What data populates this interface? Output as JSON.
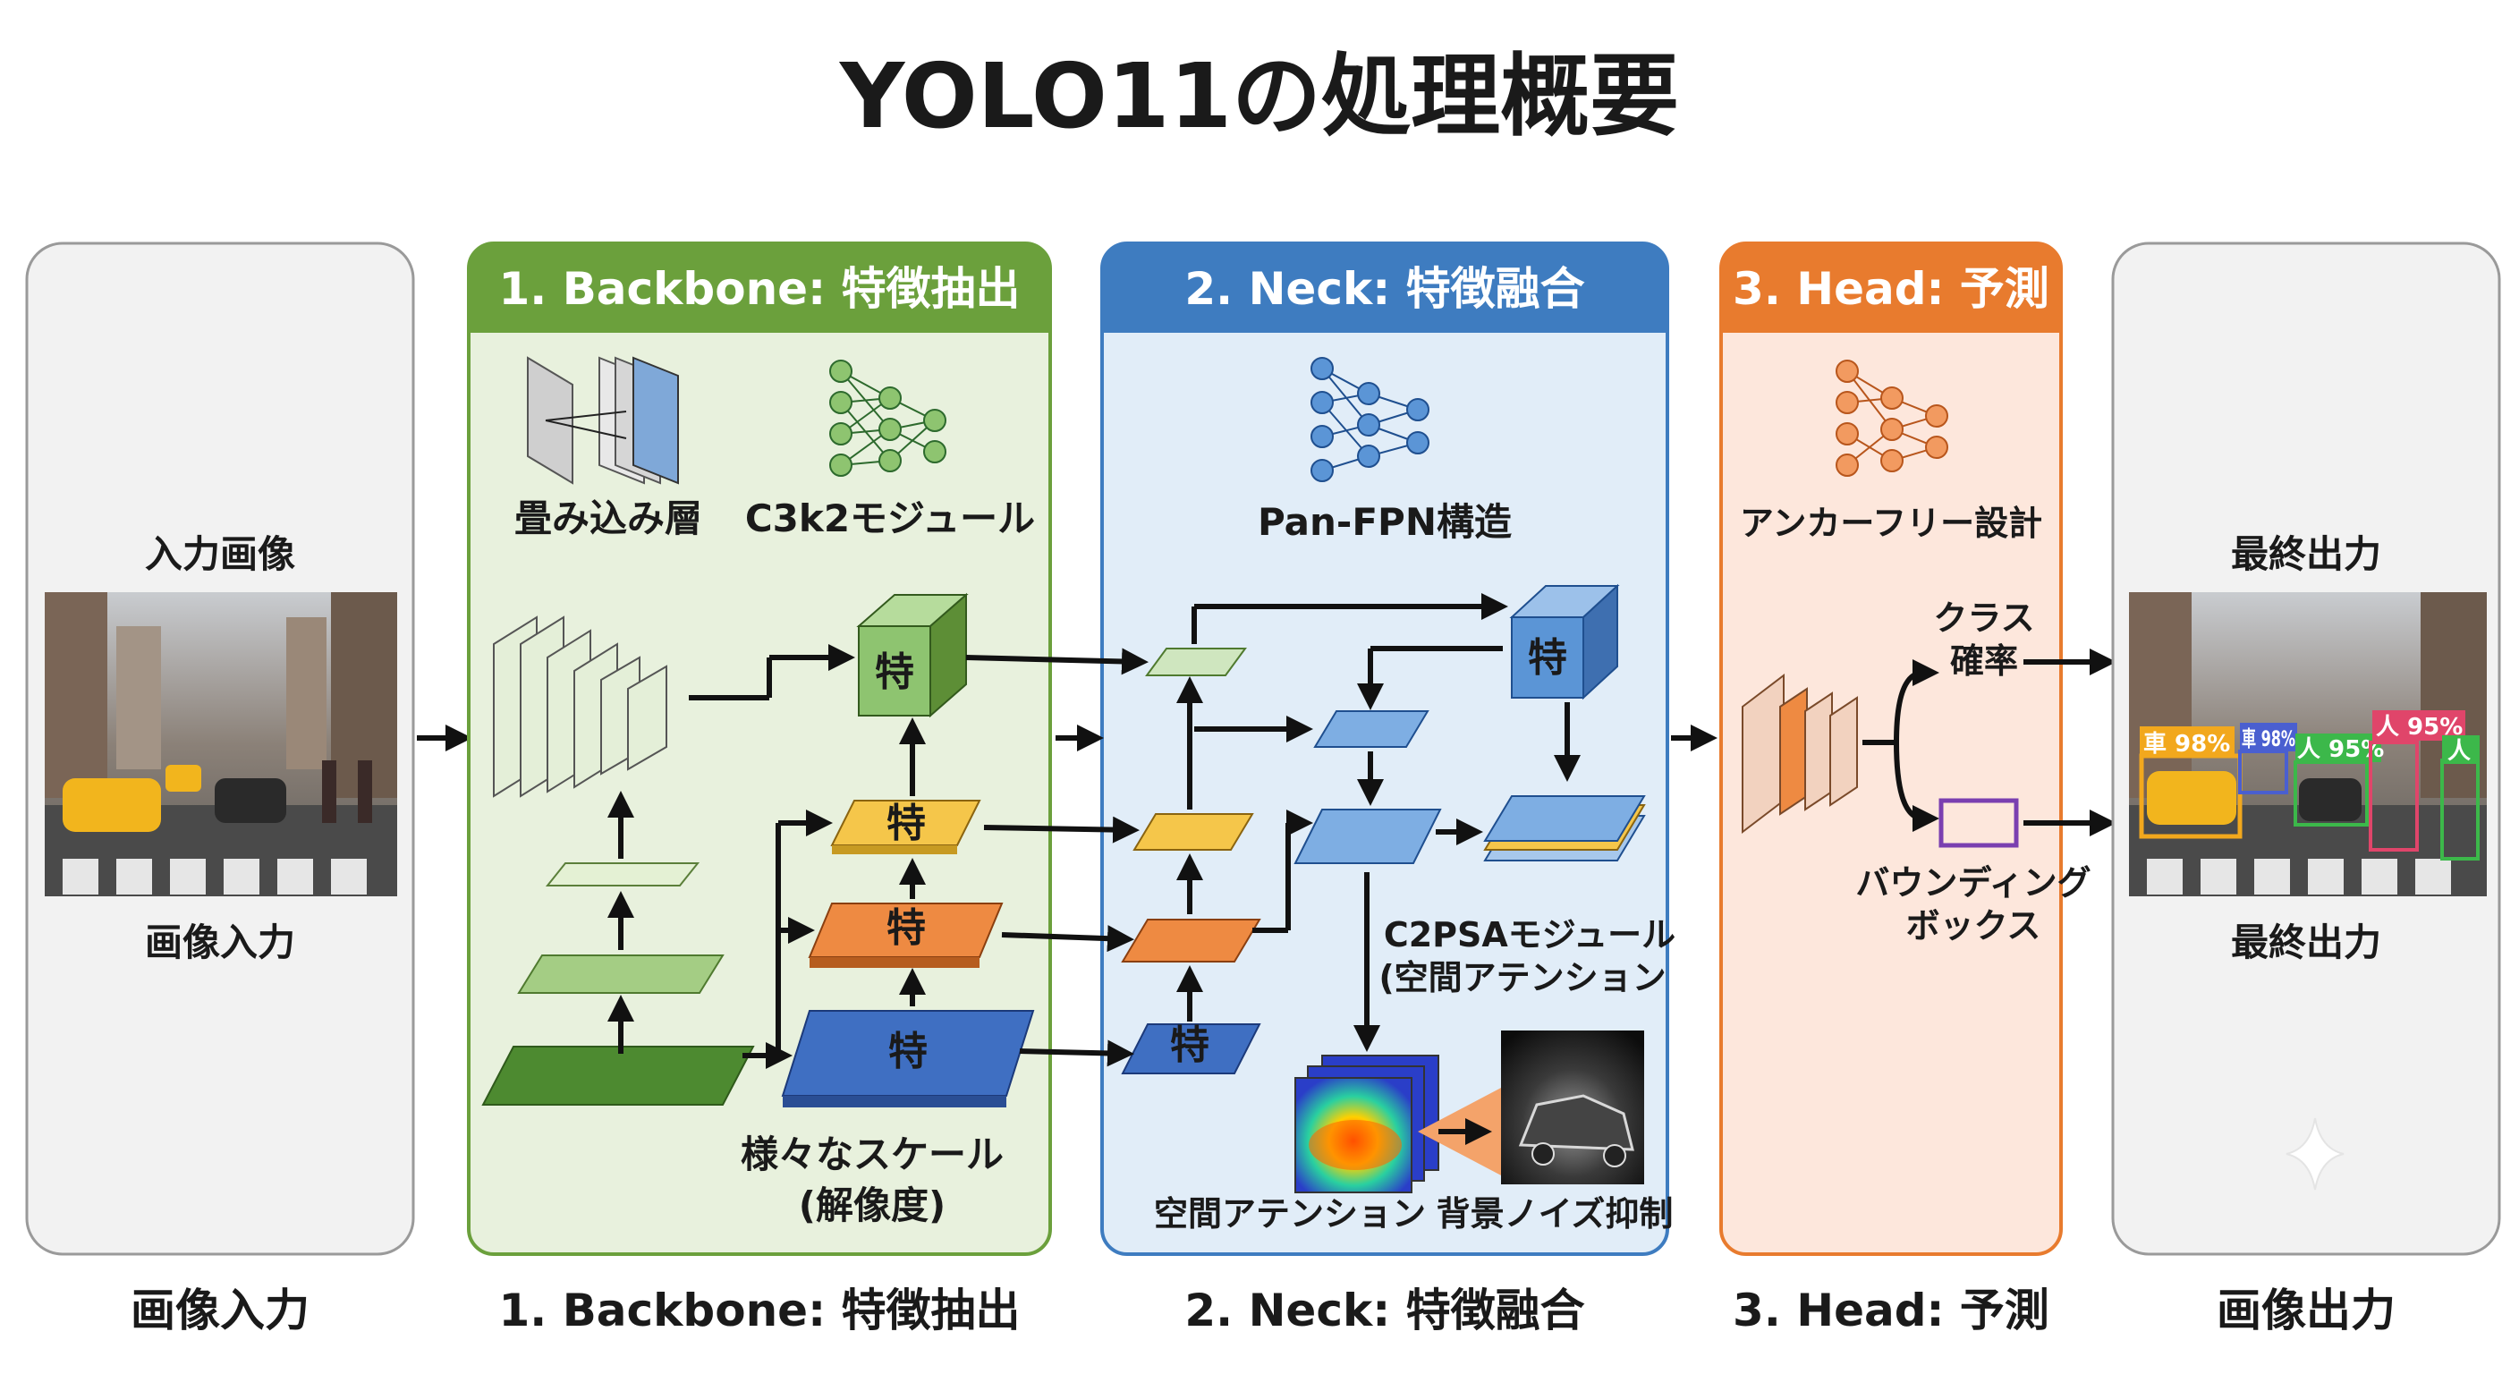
{
  "title": "YOLO11の処理概要",
  "colors": {
    "backbone": "#6ba03c",
    "neck": "#3e7cc0",
    "head": "#e87b2e",
    "feature_green": "#8ec470",
    "feature_yellow": "#f5c64a",
    "feature_orange": "#ee8a42",
    "feature_blue": "#3f6fc2",
    "bbox_purple": "#7a3fb0"
  },
  "input_panel": {
    "title": "入力画像",
    "caption": "画像入力"
  },
  "backbone": {
    "header": "1. Backbone: 特徴抽出",
    "icon_conv_label": "畳み込み層",
    "icon_module_label": "C3k2モジュール",
    "feature_label": "特",
    "scale_label_line1": "様々なスケール",
    "scale_label_line2": "(解像度)"
  },
  "neck": {
    "header": "2. Neck: 特徴融合",
    "structure_label": "Pan-FPN構造",
    "feature_label": "特",
    "c2psa_line1": "C2PSAモジュール",
    "c2psa_line2": "(空間アテンション",
    "attention_label": "空間アテンション",
    "noise_label": "背景ノイズ抑制"
  },
  "head": {
    "header": "3. Head: 予測",
    "design_label": "アンカーフリー設計",
    "class_line1": "クラス",
    "class_line2": "確率",
    "bbox_line1": "バウンディング",
    "bbox_line2": "ボックス"
  },
  "output_panel": {
    "title": "最終出力",
    "caption": "最終出力",
    "detections": [
      {
        "label": "車 98%",
        "color": "#f2a81d"
      },
      {
        "label": "車 98%",
        "color": "#4a5fd0"
      },
      {
        "label": "人 95%",
        "color": "#3cb84a"
      },
      {
        "label": "人 95%",
        "color": "#e0456a"
      },
      {
        "label": "人",
        "color": "#3cb84a"
      }
    ]
  },
  "footer": {
    "input": "画像入力",
    "backbone": "1. Backbone: 特徴抽出",
    "neck": "2. Neck: 特徴融合",
    "head": "3. Head: 予測",
    "output": "画像出力"
  }
}
